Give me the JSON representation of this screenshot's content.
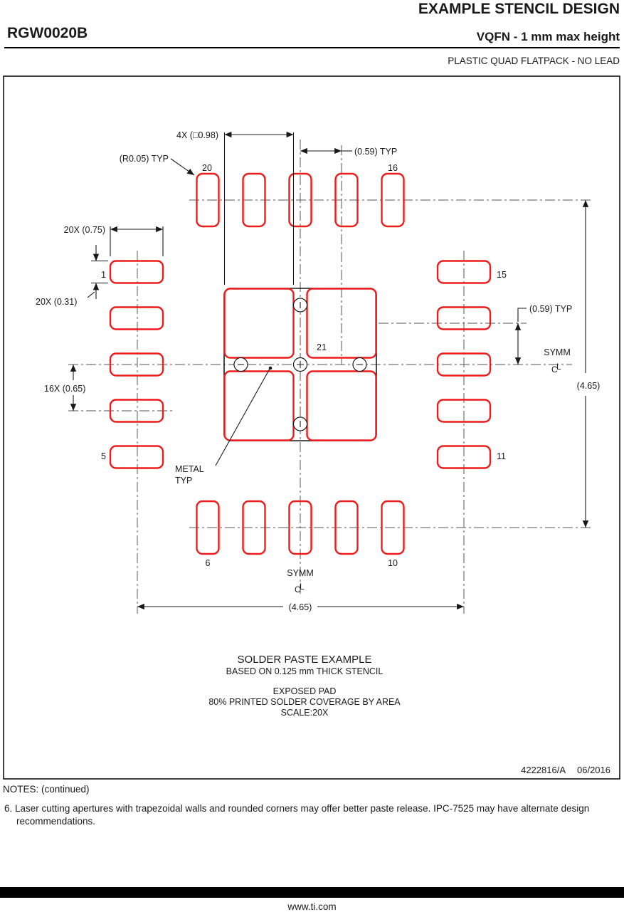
{
  "header": {
    "doc_title": "EXAMPLE STENCIL DESIGN",
    "part_number": "RGW0020B",
    "package_title": "VQFN - 1 mm max height",
    "package_subtitle": "PLASTIC QUAD FLATPACK - NO LEAD"
  },
  "drawing": {
    "dims": {
      "quad_aperture": "4X (□0.98)",
      "pitch_offset_top": "(0.59) TYP",
      "corner_radius": "(R0.05) TYP",
      "pad_length": "20X (0.75)",
      "pad_width": "20X (0.31)",
      "pad_pitch": "16X (0.65)",
      "pitch_offset_right": "(0.59) TYP",
      "overall_right": "(4.65)",
      "overall_bottom": "(4.65)"
    },
    "labels": {
      "symm": "SYMM",
      "metal_line1": "METAL",
      "metal_line2": "TYP"
    },
    "icons": {
      "centerline_c": "C",
      "centerline_l": "L"
    },
    "pins": {
      "p1": "1",
      "p5": "5",
      "p6": "6",
      "p10": "10",
      "p11": "11",
      "p15": "15",
      "p16": "16",
      "p20": "20",
      "p21": "21"
    },
    "caption": {
      "line1": "SOLDER PASTE EXAMPLE",
      "line2": "BASED ON 0.125 mm THICK STENCIL",
      "line3": "EXPOSED PAD",
      "line4": "80% PRINTED SOLDER COVERAGE BY AREA",
      "line5": "SCALE:20X"
    },
    "doc_number": "4222816/A",
    "doc_date": "06/2016",
    "colors": {
      "aperture": "#ed1c1c",
      "line": "#1a1a1a"
    }
  },
  "notes": {
    "heading": "NOTES: (continued)",
    "note6_number": "6.",
    "note6_text": "Laser cutting apertures with trapezoidal walls and rounded corners may offer better paste release. IPC-7525 may have alternate design recommendations."
  },
  "footer": {
    "url": "www.ti.com"
  }
}
